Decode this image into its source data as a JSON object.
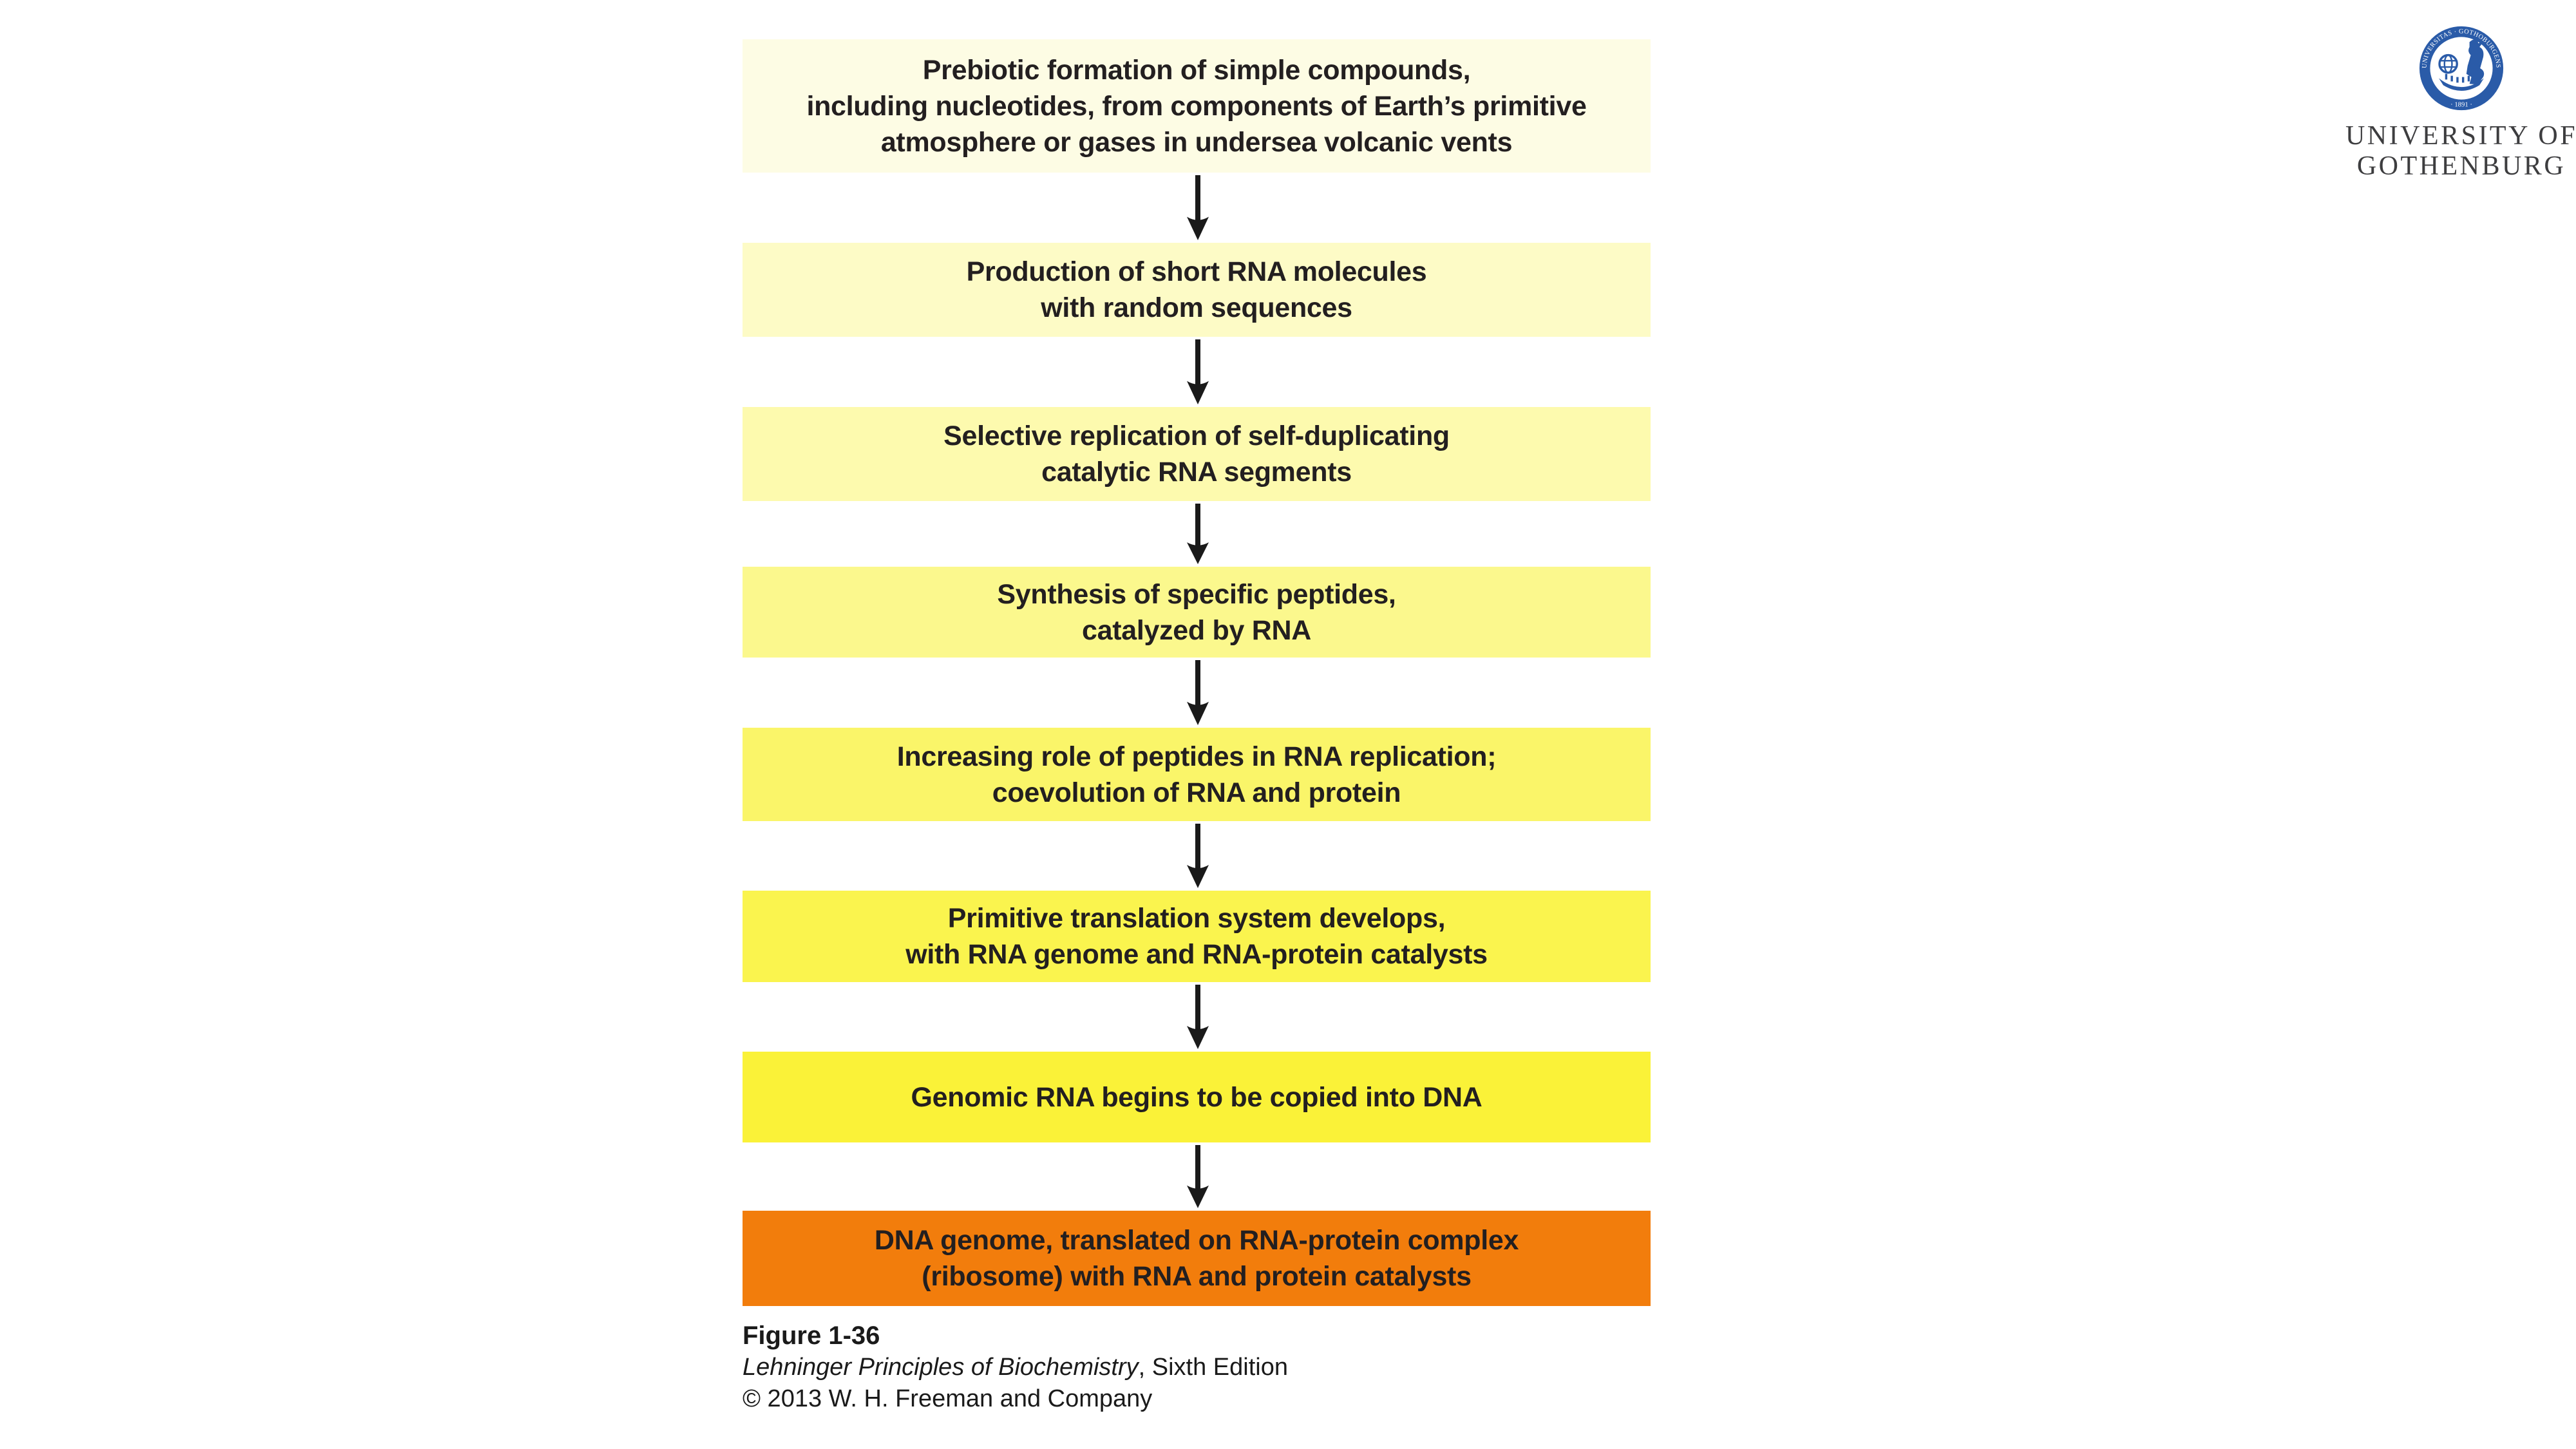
{
  "slide": {
    "background": "#ffffff"
  },
  "flowchart": {
    "text_color": "#231f20",
    "arrow_color": "#1a1a1a",
    "steps": [
      {
        "lines": [
          "Prebiotic formation of simple compounds,",
          "including nucleotides, from components of Earth’s primitive",
          "atmosphere or gases in undersea volcanic vents"
        ],
        "color": "#fdfce4"
      },
      {
        "lines": [
          "Production of short RNA molecules",
          "with random sequences"
        ],
        "color": "#fdfbc6"
      },
      {
        "lines": [
          "Selective replication of self-duplicating",
          "catalytic RNA segments"
        ],
        "color": "#fdfaae"
      },
      {
        "lines": [
          "Synthesis of specific peptides,",
          "catalyzed by RNA"
        ],
        "color": "#fbf88d"
      },
      {
        "lines": [
          "Increasing role of peptides in RNA replication;",
          "coevolution of RNA and protein"
        ],
        "color": "#faf569"
      },
      {
        "lines": [
          "Primitive translation system develops,",
          "with RNA genome and RNA-protein catalysts"
        ],
        "color": "#faf44e"
      },
      {
        "lines": [
          "Genomic RNA begins to be copied into DNA"
        ],
        "color": "#faf238"
      },
      {
        "lines": [
          "DNA genome, translated on RNA-protein complex",
          "(ribosome) with RNA and protein catalysts"
        ],
        "color": "#f27d0c"
      }
    ]
  },
  "caption": {
    "figure_label": "Figure 1-36",
    "book_title": "Lehninger Principles of Biochemistry",
    "edition": ", Sixth Edition",
    "copyright": "© 2013 W. H. Freeman and Company"
  },
  "logo": {
    "seal_ring_text": "UNIVERSITAS · GOTHOBURGENSIS",
    "seal_year_text": "· 1891 ·",
    "seal_color": "#2a5ba8",
    "seal_text_color": "#ffffff",
    "wordmark_line1": "UNIVERSITY OF",
    "wordmark_line2": "GOTHENBURG",
    "wordmark_color": "#3d3d3f"
  }
}
